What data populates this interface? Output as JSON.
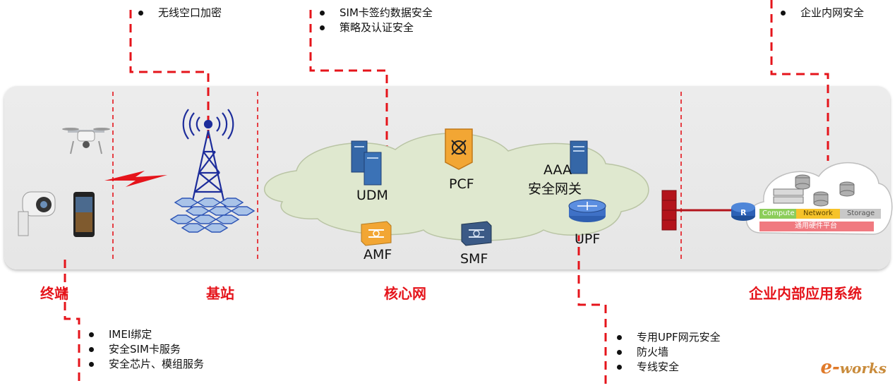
{
  "zones": {
    "terminal": "终端",
    "base_station": "基站",
    "core_network": "核心网",
    "enterprise_system": "企业内部应用系统"
  },
  "bullets": {
    "wireless": [
      "无线空口加密"
    ],
    "sim": [
      "SIM卡签约数据安全",
      "策略及认证安全"
    ],
    "enterprise": [
      "企业内网安全"
    ],
    "terminal": [
      "IMEI绑定",
      "安全SIM卡服务",
      "安全芯片、模组服务"
    ],
    "upf": [
      "专用UPF网元安全",
      "防火墙",
      "专线安全"
    ]
  },
  "nodes": {
    "udm": "UDM",
    "pcf": "PCF",
    "aaa_line1": "AAA",
    "aaa_line2": "安全网关",
    "amf": "AMF",
    "smf": "SMF",
    "upf": "UPF"
  },
  "enterprise_cloud": {
    "compute": "Compute",
    "network": "Network",
    "storage": "Storage",
    "platform": "通用硬件平台",
    "router_letter": "R"
  },
  "colors": {
    "accent_red": "#e5141b",
    "cloud_fill": "#dfe8cf",
    "compute_green": "#8ccd5a",
    "network_yellow": "#f6c32a",
    "storage_gray": "#c8c8c8",
    "platform_pink": "#f07a80",
    "firewall": "#b3141c"
  },
  "watermark": {
    "prefix": "e-",
    "name": "works"
  }
}
